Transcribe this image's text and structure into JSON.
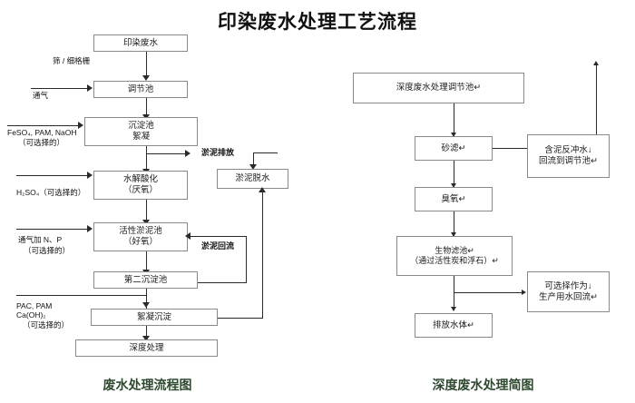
{
  "title": "印染废水处理工艺流程",
  "left_chart": {
    "caption": "废水处理流程图",
    "boxes": {
      "influent": "印染废水",
      "equalization": "调节池",
      "sedimentation_l1": "沉淀池",
      "sedimentation_l2": "絮凝",
      "hydrolysis_l1": "水解酸化",
      "hydrolysis_l2": "（厌氧）",
      "activated_sludge_l1": "活性淤泥池",
      "activated_sludge_l2": "（好氧）",
      "secondary_clarifier": "第二沉淀池",
      "coagulation": "絮凝沉淀",
      "advanced_treatment": "深度处理",
      "sludge_dewatering": "淤泥脱水"
    },
    "labels": {
      "screen": "筛 / 细格栅",
      "aeration": "通气",
      "coagulant_l1": "FeSO₄, PAM, NaOH",
      "coagulant_l2": "（可选择的）",
      "acid": "H₂SO₄（可选择的）",
      "nutrient_l1": "通气加 N、P",
      "nutrient_l2": "（可选择的）",
      "pac_l1": "PAC, PAM",
      "pac_l2": "Ca(OH)₂",
      "pac_l3": "（可选择的）",
      "sludge_discharge": "淤泥排放",
      "sludge_return": "淤泥回流"
    }
  },
  "right_chart": {
    "caption": "深度废水处理简图",
    "boxes": {
      "adv_equalization": "深度废水处理调节池↵",
      "sand_filter": "砂滤↵",
      "ozone": "臭氧↵",
      "biofilter_l1": "生物滤池↵",
      "biofilter_l2": "（通过活性炭和浮石）↵",
      "discharge": "排放水体↵",
      "backwash_l1": "含泥反冲水↓",
      "backwash_l2": "回流到调节池↵",
      "reuse_l1": "可选择作为↓",
      "reuse_l2": "生产用水回流↵"
    }
  },
  "colors": {
    "caption_green": "#2f4a31",
    "box_border": "#8a8a8a",
    "line": "#2a2a2a",
    "background": "#ffffff"
  }
}
